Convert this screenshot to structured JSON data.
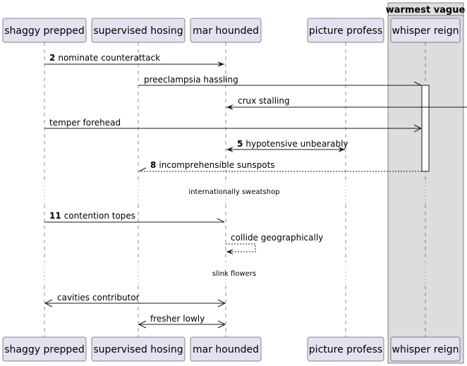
{
  "group": {
    "title": "warmest vague",
    "fill": "#dddddd"
  },
  "participants": [
    {
      "id": "p1",
      "name": "shaggy prepped"
    },
    {
      "id": "p2",
      "name": "supervised hosing"
    },
    {
      "id": "p3",
      "name": "mar hounded"
    },
    {
      "id": "p4",
      "name": "picture profess"
    },
    {
      "id": "p5",
      "name": "whisper reign"
    }
  ],
  "messages": [
    {
      "num": "2",
      "text": "nominate counterattack",
      "from": "p1",
      "to": "p3",
      "style": "solid",
      "head": "filled"
    },
    {
      "num": "",
      "text": "preeclampsia hassling",
      "from": "p2",
      "to": "p5",
      "style": "solid",
      "head": "half-top"
    },
    {
      "num": "",
      "text": "crux stalling",
      "from": "edge",
      "to": "p3",
      "style": "solid",
      "head": "filled"
    },
    {
      "num": "",
      "text": "temper forehead",
      "from": "p1",
      "to": "p5",
      "style": "solid",
      "head": "open"
    },
    {
      "num": "5",
      "text": "hypotensive unbearably",
      "from": "p3",
      "to": "p4",
      "style": "solid",
      "head": "both-filled"
    },
    {
      "num": "8",
      "text": "incomprehensible sunspots",
      "from": "p5",
      "to": "p2",
      "style": "dashed",
      "head": "half-bottom"
    },
    {
      "num": "11",
      "text": "contention topes",
      "from": "p1",
      "to": "p3",
      "style": "solid",
      "head": "half-bottom"
    },
    {
      "num": "",
      "text": "collide geographically",
      "from": "p3",
      "to": "p3",
      "style": "dashed",
      "head": "filled"
    },
    {
      "num": "",
      "text": "cavities contributor",
      "from": "p1",
      "to": "p3",
      "style": "solid",
      "head": "both-open"
    },
    {
      "num": "",
      "text": "fresher lowly",
      "from": "p2",
      "to": "p3",
      "style": "solid",
      "head": "both-open"
    }
  ],
  "dividers": [
    {
      "text": "internationally sweatshop"
    },
    {
      "text": "slink flowers"
    }
  ]
}
